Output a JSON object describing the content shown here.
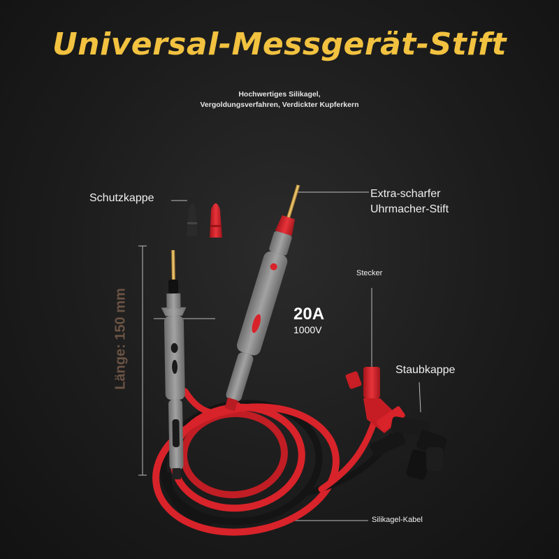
{
  "title": "Universal-Messgerät-Stift",
  "subtitle": {
    "line1": "Hochwertiges Silikagel,",
    "line2": "Vergoldungsverfahren, Verdickter Kupferkern"
  },
  "labels": {
    "protective_cap": "Schutzkappe",
    "tip_line1": "Extra-scharfer",
    "tip_line2": "Uhrmacher-Stift",
    "plug": "Stecker",
    "dust_cap": "Staubkappe",
    "cable": "Silikagel-Kabel",
    "length": "Länge: 150 mm"
  },
  "rating": {
    "current": "20A",
    "voltage": "1000V"
  },
  "colors": {
    "title": "#f2c240",
    "red_lead": "#d8232a",
    "black_lead": "#141414",
    "probe_gray": "#8b8b8b",
    "length_label": "#6a5344"
  }
}
